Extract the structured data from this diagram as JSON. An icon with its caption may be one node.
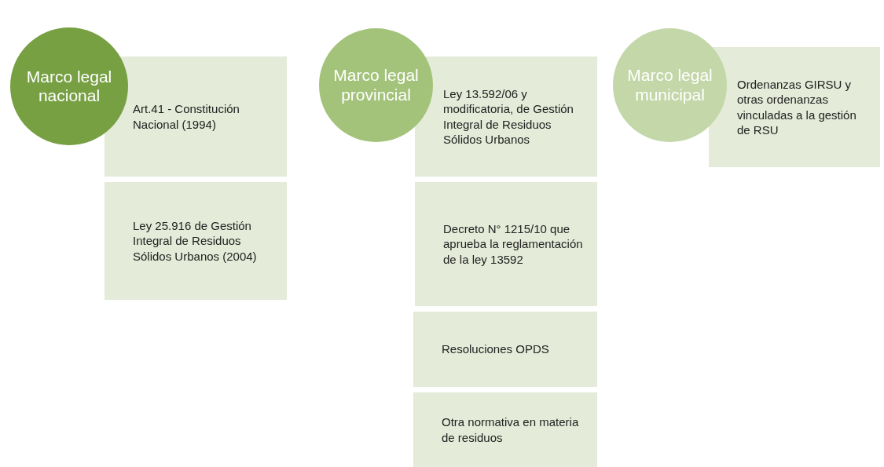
{
  "diagram": {
    "nodes": [
      {
        "text": [
          "Marco legal nacional"
        ]
      },
      {
        "text": [
          "Art.41 - Constitución Nacional (1994)"
        ]
      },
      {
        "text": [
          "Ley 25.916 de Gestión Integral de Residuos Sólidos Urbanos (2004)"
        ]
      },
      {
        "text": [
          "Marco legal provincial"
        ]
      },
      {
        "text": [
          "Ley 13.592/06  y modificatoria, de Gestión Integral de Residuos Sólidos Urbanos"
        ]
      },
      {
        "text": [
          "Decreto N° 1215/10 que aprueba la reglamentación de la ley 13592"
        ]
      },
      {
        "text": [
          "Resoluciones OPDS"
        ]
      },
      {
        "text": [
          "Otra normativa en materia de residuos"
        ]
      },
      {
        "text": [
          "Marco legal municipal"
        ]
      },
      {
        "text": [
          "Ordenanzas GIRSU y otras ordenanzas vinculadas a la gestión de RSU"
        ]
      }
    ]
  }
}
